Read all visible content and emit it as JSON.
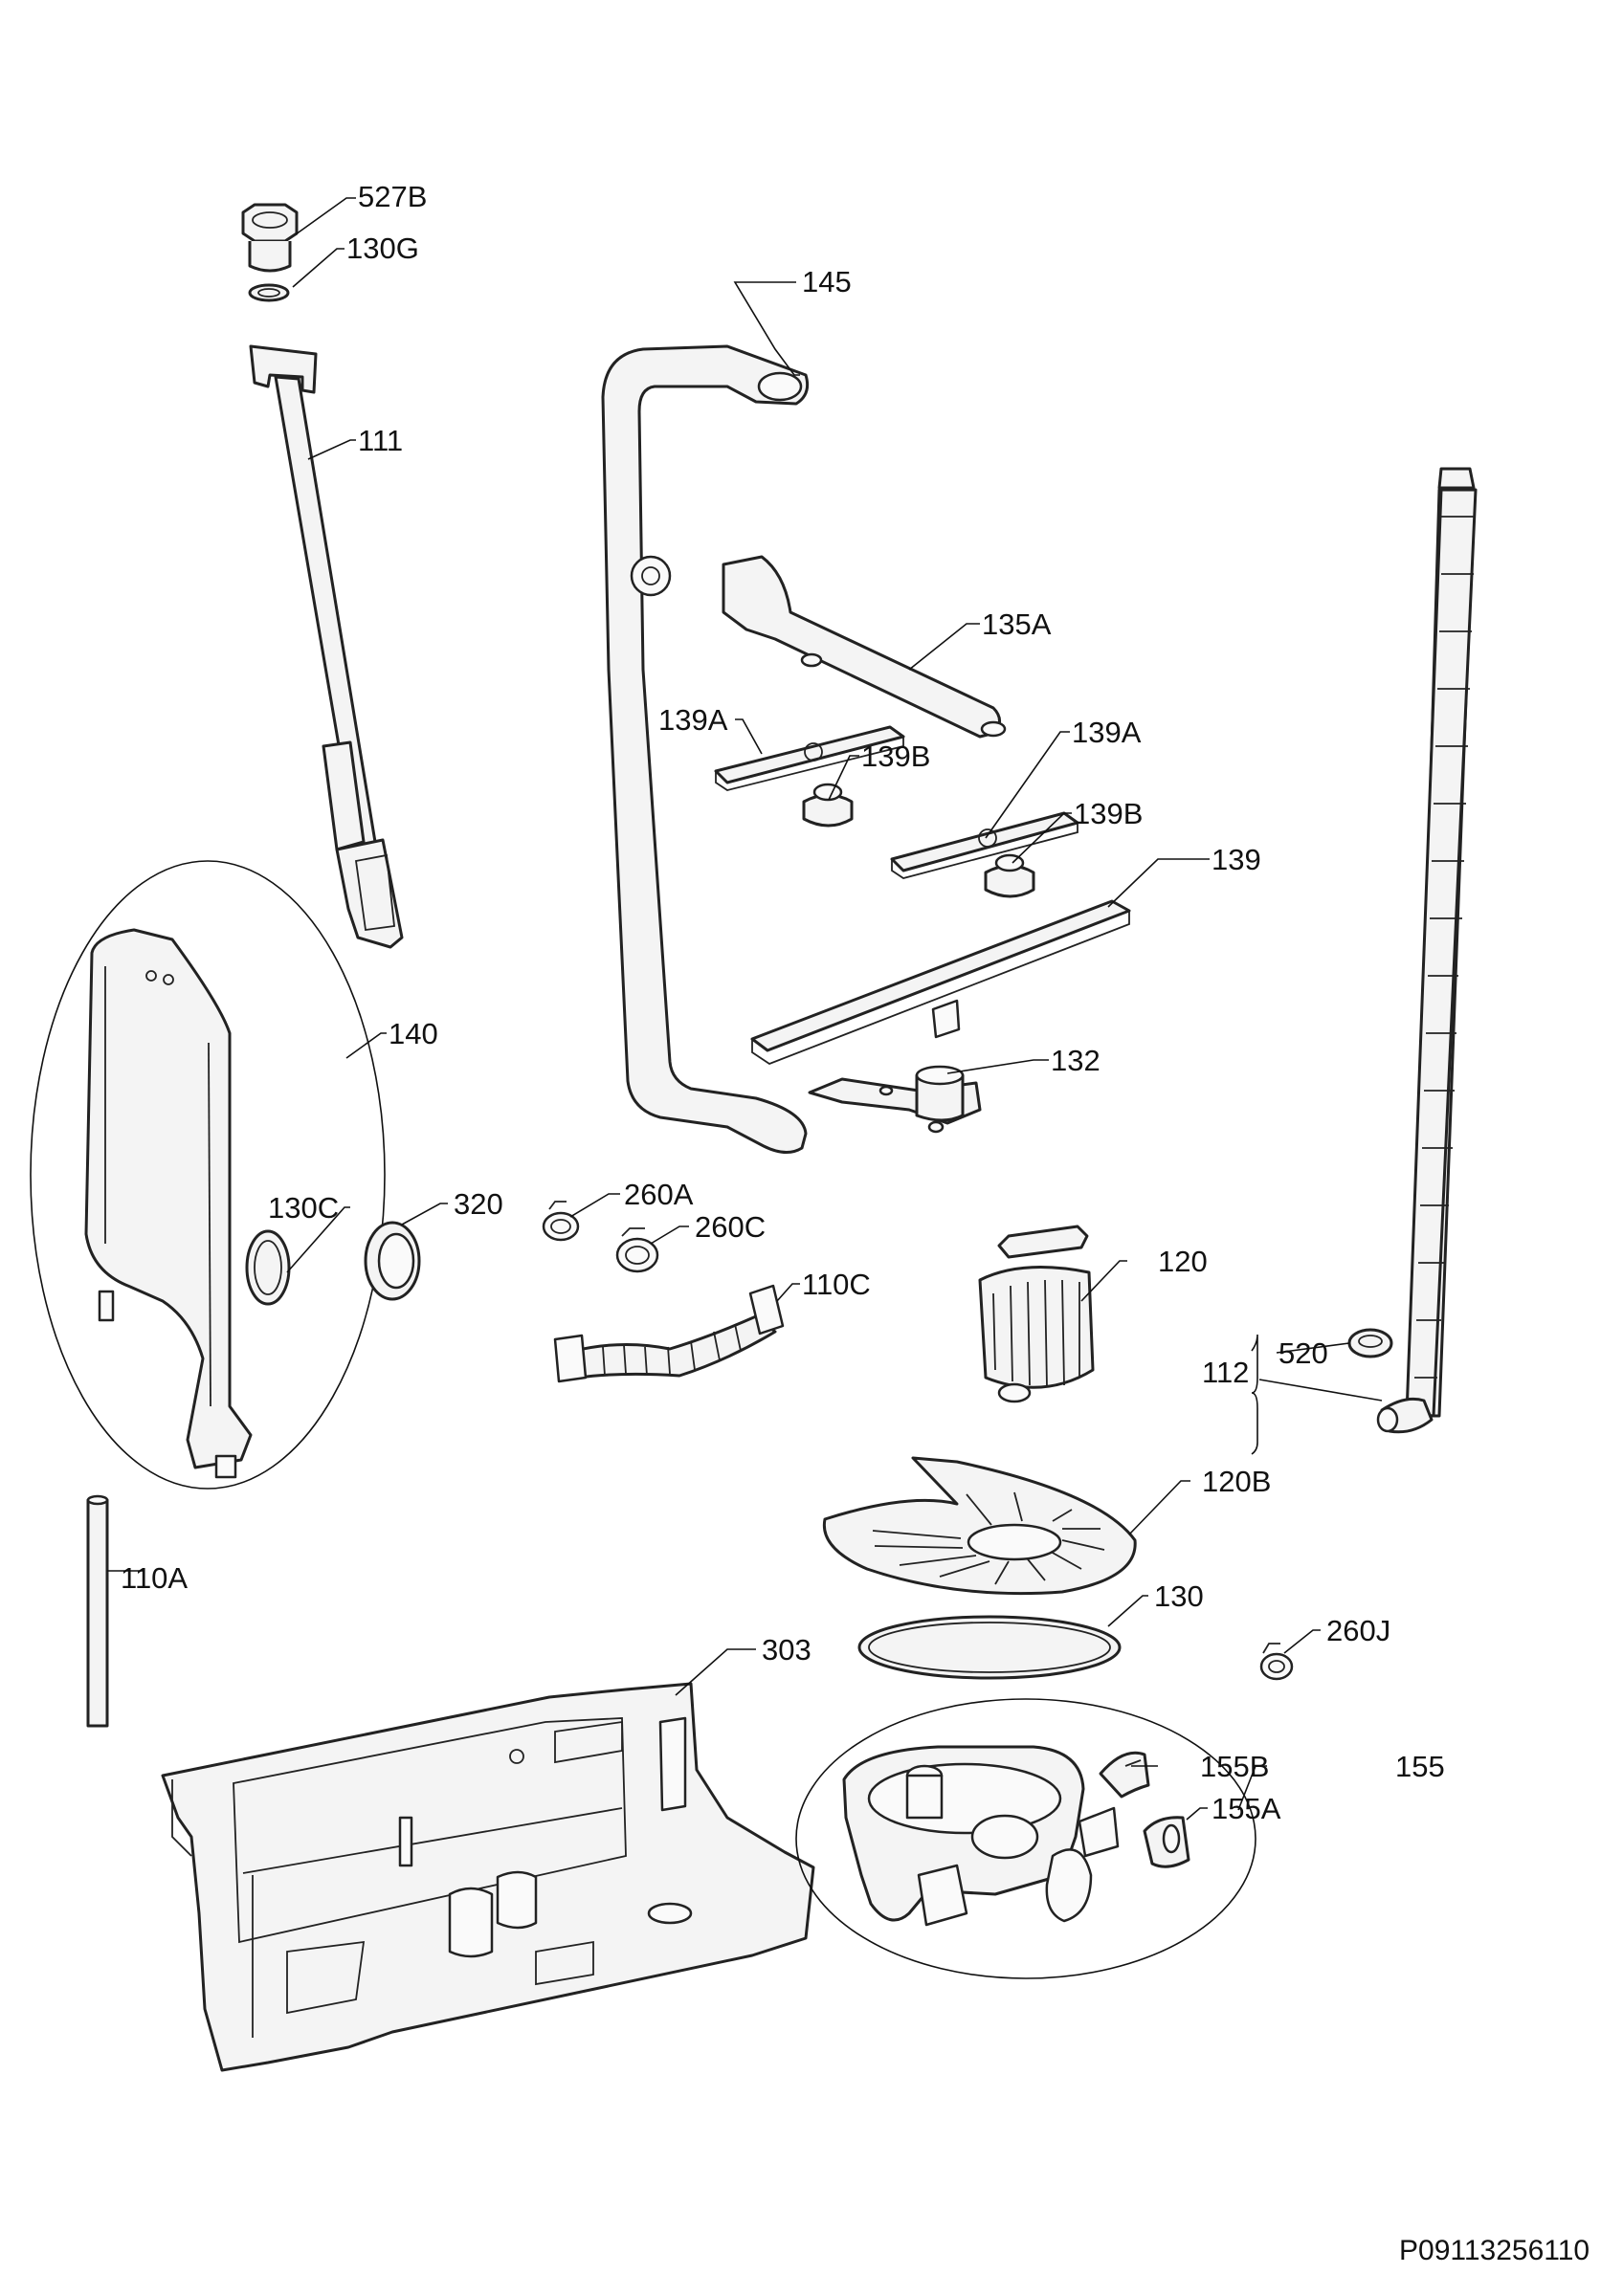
{
  "document_id": "P09113256110",
  "callouts": [
    {
      "id": "c527B",
      "label": "527B"
    },
    {
      "id": "c130G",
      "label": "130G"
    },
    {
      "id": "c145",
      "label": "145"
    },
    {
      "id": "c111",
      "label": "111"
    },
    {
      "id": "c135A",
      "label": "135A"
    },
    {
      "id": "c139A1",
      "label": "139A"
    },
    {
      "id": "c139B1",
      "label": "139B"
    },
    {
      "id": "c139A2",
      "label": "139A"
    },
    {
      "id": "c139B2",
      "label": "139B"
    },
    {
      "id": "c139",
      "label": "139"
    },
    {
      "id": "c140",
      "label": "140"
    },
    {
      "id": "c132",
      "label": "132"
    },
    {
      "id": "c130C",
      "label": "130C"
    },
    {
      "id": "c320",
      "label": "320"
    },
    {
      "id": "c260A",
      "label": "260A"
    },
    {
      "id": "c260C",
      "label": "260C"
    },
    {
      "id": "c120",
      "label": "120"
    },
    {
      "id": "c110C",
      "label": "110C"
    },
    {
      "id": "c520",
      "label": "520"
    },
    {
      "id": "c112",
      "label": "112"
    },
    {
      "id": "c120B",
      "label": "120B"
    },
    {
      "id": "c110A",
      "label": "110A"
    },
    {
      "id": "c130",
      "label": "130"
    },
    {
      "id": "c260J",
      "label": "260J"
    },
    {
      "id": "c303",
      "label": "303"
    },
    {
      "id": "c155B",
      "label": "155B"
    },
    {
      "id": "c155",
      "label": "155"
    },
    {
      "id": "c155A",
      "label": "155A"
    }
  ]
}
